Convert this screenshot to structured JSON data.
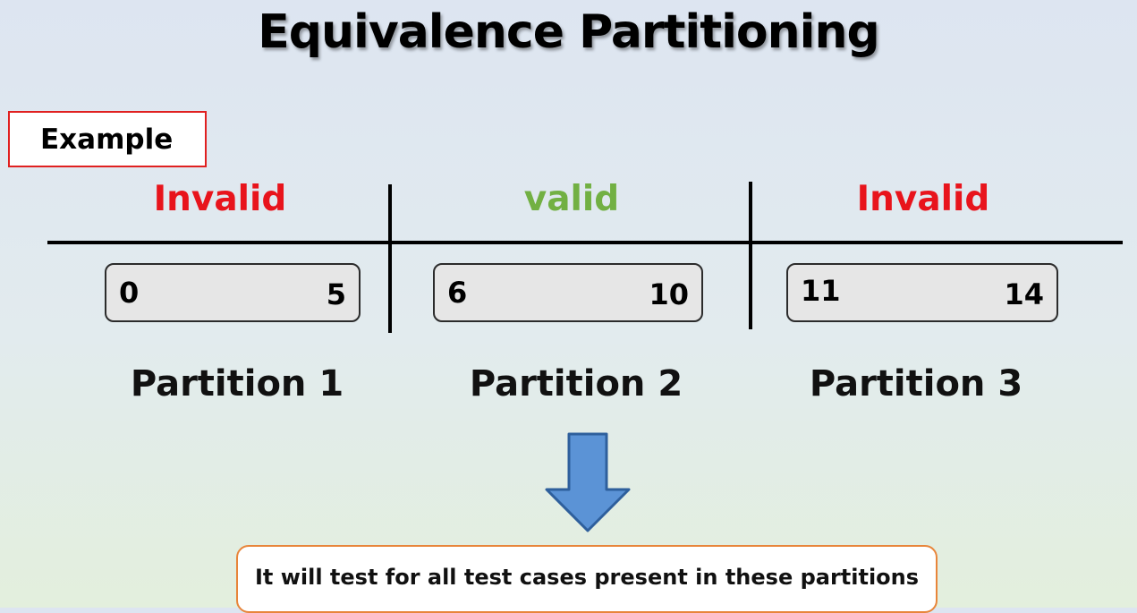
{
  "title": "Equivalence Partitioning",
  "example_label": "Example",
  "categories": [
    {
      "label": "Invalid",
      "color": "#e8141c"
    },
    {
      "label": "valid",
      "color": "#72b043"
    },
    {
      "label": "Invalid",
      "color": "#e8141c"
    }
  ],
  "partitions": [
    {
      "label": "Partition 1",
      "low": "0",
      "high": "5"
    },
    {
      "label": "Partition 2",
      "low": "6",
      "high": "10"
    },
    {
      "label": "Partition 3",
      "low": "11",
      "high": "14"
    }
  ],
  "arrow_color": "#5b93d6",
  "note": "It will test for all test cases present in these partitions"
}
